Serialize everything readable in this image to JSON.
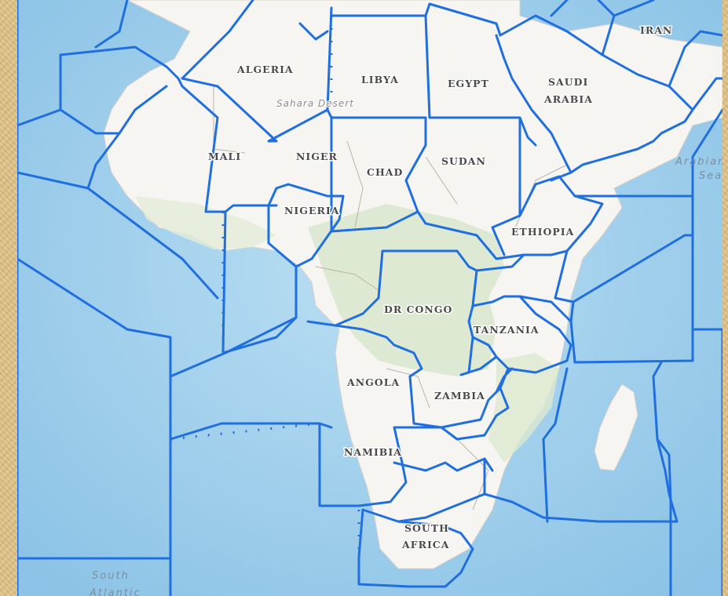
{
  "map": {
    "countries": {
      "algeria": "ALGERIA",
      "libya": "LIBYA",
      "egypt": "EGYPT",
      "saudi": "SAUDI",
      "arabia": "ARABIA",
      "iran": "IRAN",
      "mali": "MALI",
      "niger": "NIGER",
      "chad": "CHAD",
      "sudan": "SUDAN",
      "nigeria": "NIGERIA",
      "ethiopia": "ETHIOPIA",
      "drcongo": "DR CONGO",
      "tanzania": "TANZANIA",
      "angola": "ANGOLA",
      "zambia": "ZAMBIA",
      "namibia": "NAMIBIA",
      "south": "SOUTH",
      "africa": "AFRICA"
    },
    "features": {
      "sahara": "Sahara Desert",
      "arabian_1": "Arabian",
      "arabian_2": "Sea",
      "south_atlantic_1": "South",
      "south_atlantic_2": "Atlantic"
    },
    "colors": {
      "ocean": "#a9d3ee",
      "land": "#f6f5f1",
      "vegetation": "#dce8cf",
      "zone_line": "#1f6fe0"
    }
  }
}
